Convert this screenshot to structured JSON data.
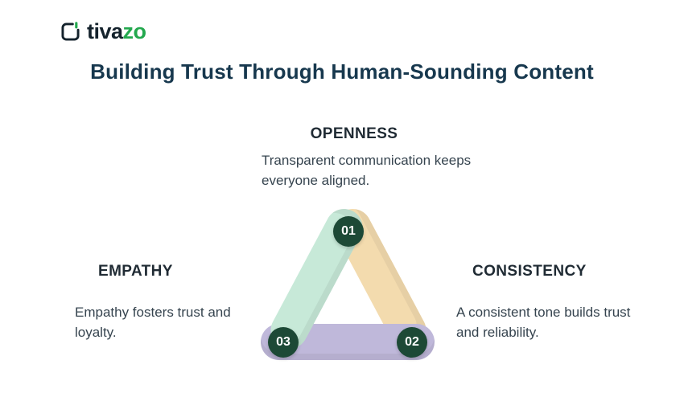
{
  "logo": {
    "brand_first": "tiva",
    "brand_second": "zo"
  },
  "title": "Building Trust Through Human-Sounding Content",
  "items": [
    {
      "number": "01",
      "heading": "OPENNESS",
      "description": "Transparent communication keeps everyone aligned."
    },
    {
      "number": "02",
      "heading": "CONSISTENCY",
      "description": "A consistent tone builds trust and reliability."
    },
    {
      "number": "03",
      "heading": "EMPATHY",
      "description": "Empathy fosters trust and loyalty."
    }
  ],
  "colors": {
    "accent_green": "#23a84e",
    "title_dark": "#17384e",
    "circle_dark_green": "#1d4936",
    "bar_mint": "#c7e9d8",
    "bar_tan": "#f3dbae",
    "bar_lavender": "#bfb8da"
  }
}
